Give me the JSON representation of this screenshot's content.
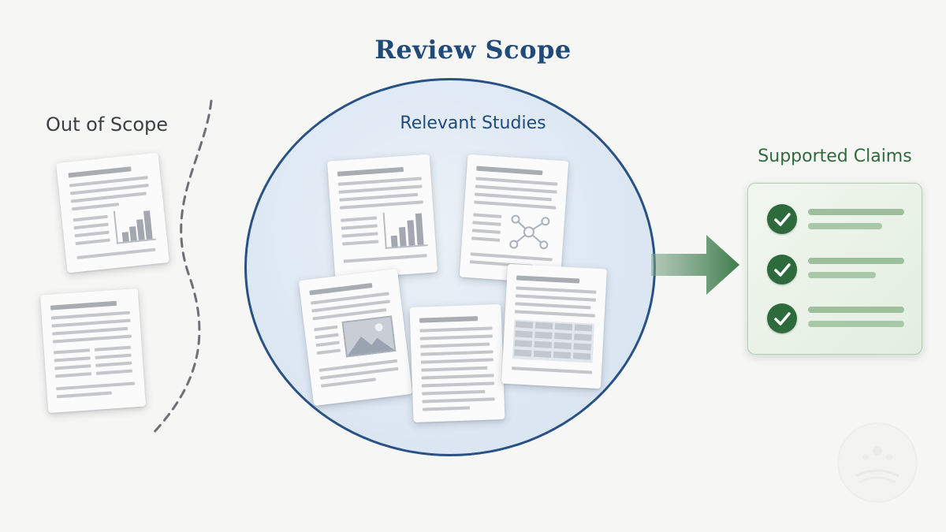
{
  "title": "Review Scope",
  "out_of_scope": {
    "label": "Out of Scope"
  },
  "relevant": {
    "label": "Relevant Studies"
  },
  "supported": {
    "label": "Supported Claims",
    "claims_count": 3
  },
  "colors": {
    "title": "#1f4a7a",
    "circle_border": "#285286",
    "circle_fill": "#dbe6f2",
    "arrow": "#3f7d4c",
    "check": "#2e6b3c",
    "background": "#f6f6f4"
  },
  "icons": {
    "check": "check-circle-icon",
    "arrow": "right-arrow-icon",
    "network": "network-icon",
    "image": "image-icon",
    "logo": "watermark-logo-icon"
  }
}
